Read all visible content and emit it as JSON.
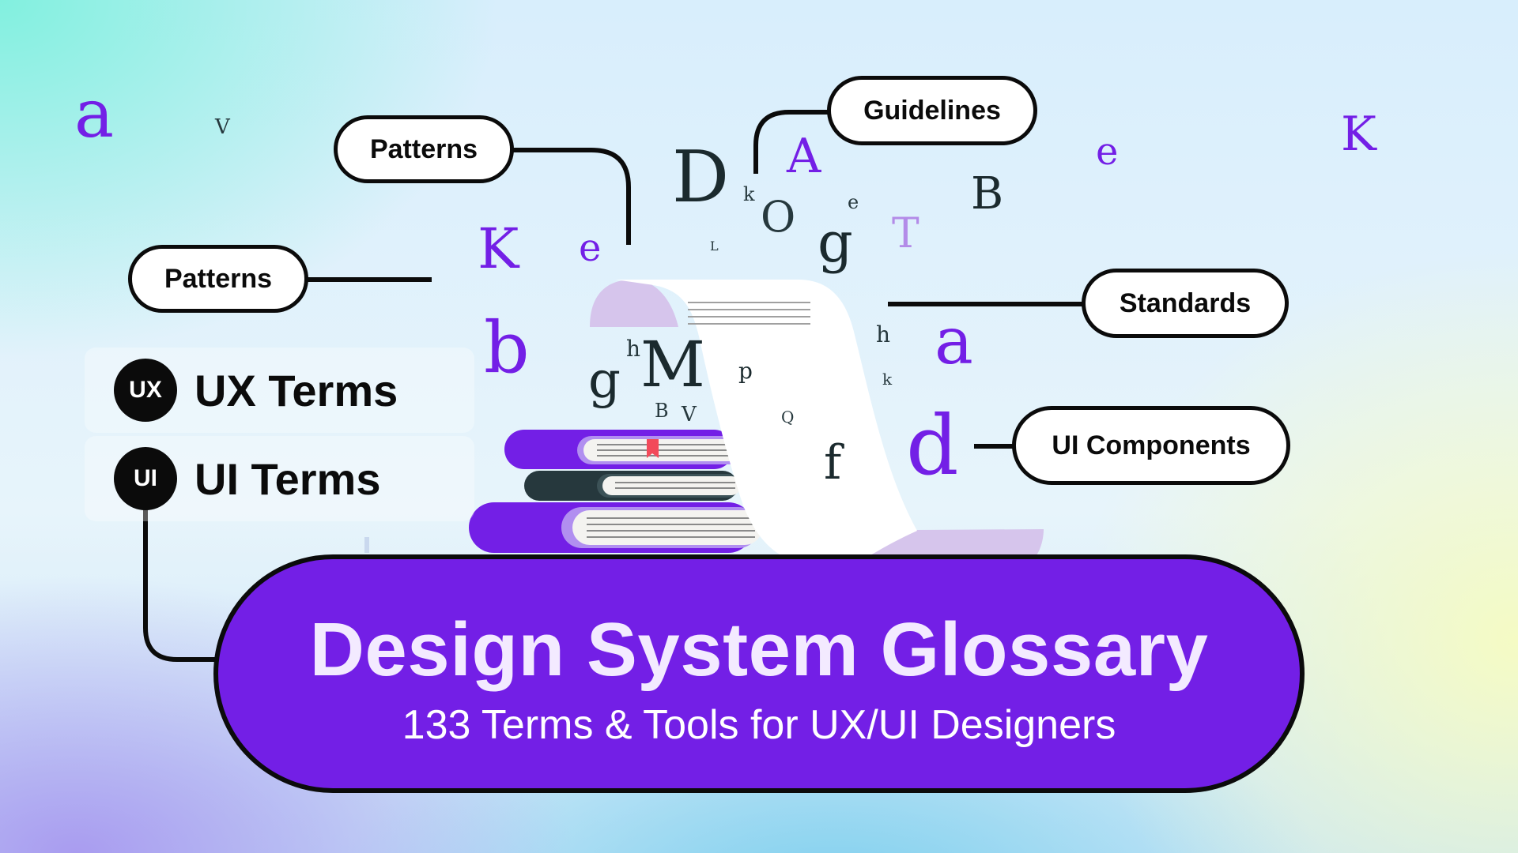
{
  "colors": {
    "primary": "#731fe6",
    "ink": "#0b0b0b",
    "lavender": "#d6c5ec",
    "paper": "#ffffff",
    "book_dark": "#26383d",
    "title_text": "#f3eaff"
  },
  "tags": {
    "patterns_top": "Patterns",
    "patterns_left": "Patterns",
    "guidelines": "Guidelines",
    "standards": "Standards",
    "ui_components": "UI Components"
  },
  "terms": [
    {
      "badge": "UX",
      "label": "UX Terms"
    },
    {
      "badge": "UI",
      "label": "UI Terms"
    }
  ],
  "hero": {
    "title": "Design System Glossary",
    "subtitle": "133 Terms & Tools for UX/UI Designers"
  },
  "letters": [
    {
      "char": "a",
      "color": "#731fe6"
    },
    {
      "char": "V",
      "color": "#26383d"
    },
    {
      "char": "D",
      "color": "#1b2a2e"
    },
    {
      "char": "A",
      "color": "#731fe6"
    },
    {
      "char": "k",
      "color": "#26383d"
    },
    {
      "char": "O",
      "color": "#26383d"
    },
    {
      "char": "e",
      "color": "#26383d"
    },
    {
      "char": "g",
      "color": "#1b2a2e"
    },
    {
      "char": "T",
      "color": "#b38be8"
    },
    {
      "char": "B",
      "color": "#1b2a2e"
    },
    {
      "char": "e",
      "color": "#731fe6"
    },
    {
      "char": "K",
      "color": "#731fe6"
    },
    {
      "char": "K",
      "color": "#731fe6"
    },
    {
      "char": "e",
      "color": "#731fe6"
    },
    {
      "char": "L",
      "color": "#26383d"
    },
    {
      "char": "b",
      "color": "#731fe6"
    },
    {
      "char": "h",
      "color": "#26383d"
    },
    {
      "char": "M",
      "color": "#1b2a2e"
    },
    {
      "char": "g",
      "color": "#1b2a2e"
    },
    {
      "char": "B",
      "color": "#26383d"
    },
    {
      "char": "V",
      "color": "#26383d"
    },
    {
      "char": "p",
      "color": "#1b2a2e"
    },
    {
      "char": "Q",
      "color": "#26383d"
    },
    {
      "char": "f",
      "color": "#1b2a2e"
    },
    {
      "char": "h",
      "color": "#26383d"
    },
    {
      "char": "k",
      "color": "#26383d"
    },
    {
      "char": "a",
      "color": "#731fe6"
    },
    {
      "char": "d",
      "color": "#731fe6"
    }
  ]
}
